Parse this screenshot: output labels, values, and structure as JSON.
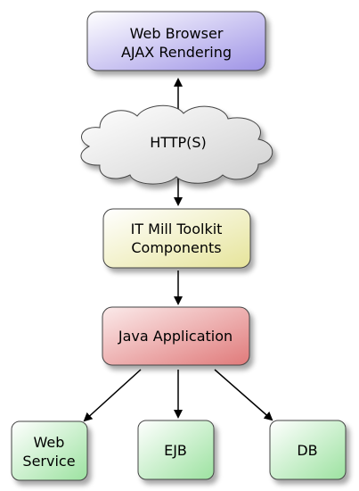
{
  "nodes": {
    "browser": {
      "line1": "Web Browser",
      "line2": "AJAX Rendering",
      "color": "#9e93e6"
    },
    "http": {
      "label": "HTTP(S)",
      "color": "#d9d9d9"
    },
    "toolkit": {
      "line1": "IT Mill Toolkit",
      "line2": "Components",
      "color": "#e6e49a"
    },
    "java_app": {
      "label": "Java Application",
      "color": "#e07a7a"
    },
    "web_service": {
      "line1": "Web",
      "line2": "Service",
      "color": "#9ce2a0"
    },
    "ejb": {
      "label": "EJB",
      "color": "#9ce2a0"
    },
    "db": {
      "label": "DB",
      "color": "#9ce2a0"
    }
  },
  "edges": [
    {
      "from": "http",
      "to": "browser"
    },
    {
      "from": "http",
      "to": "toolkit"
    },
    {
      "from": "toolkit",
      "to": "java_app"
    },
    {
      "from": "java_app",
      "to": "web_service"
    },
    {
      "from": "java_app",
      "to": "ejb"
    },
    {
      "from": "java_app",
      "to": "db"
    }
  ]
}
